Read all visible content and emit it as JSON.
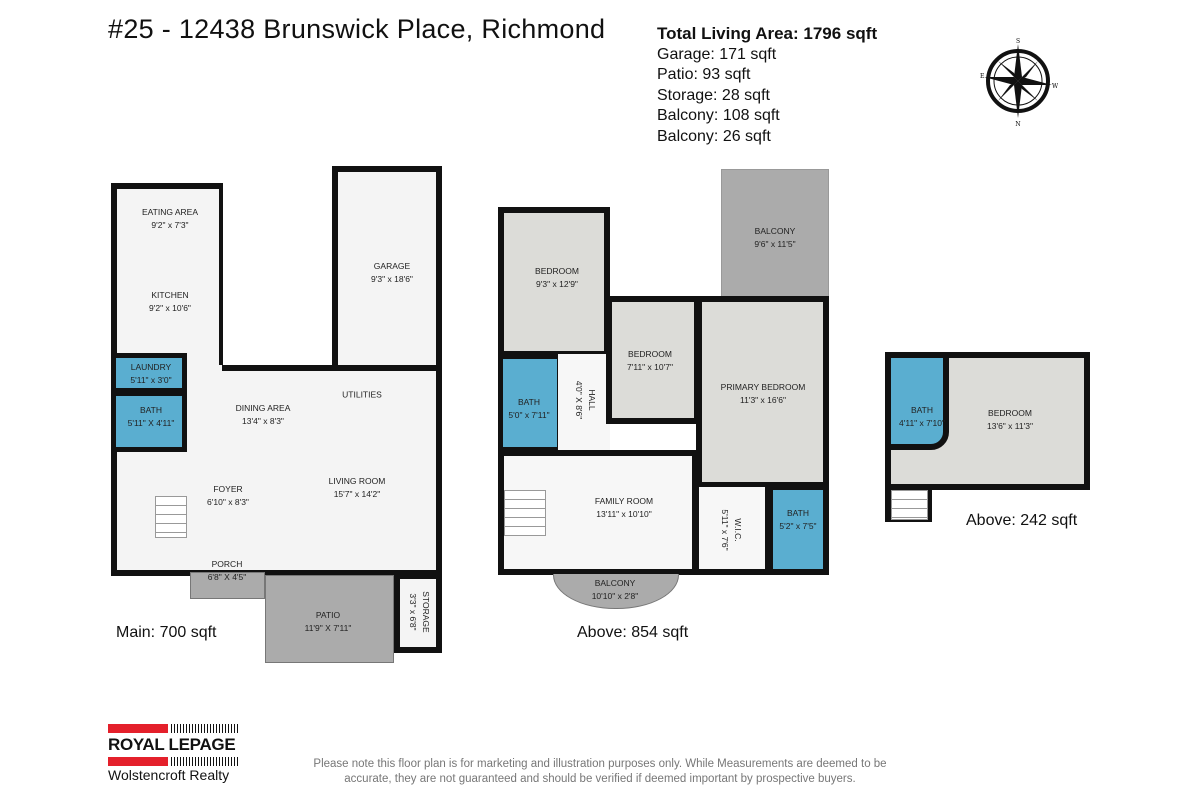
{
  "header": {
    "title": "#25 - 12438 Brunswick Place, Richmond"
  },
  "areas": {
    "total": "Total Living Area: 1796 sqft",
    "items": [
      "Garage: 171 sqft",
      "Patio: 93 sqft",
      "Storage: 28 sqft",
      "Balcony: 108 sqft",
      "Balcony: 26 sqft"
    ]
  },
  "compass": {
    "icon": "compass-rose-icon",
    "n": "N",
    "s": "S",
    "e": "E",
    "w": "W"
  },
  "main": {
    "label": "Main: 700 sqft",
    "rooms": {
      "eating": {
        "name": "EATING AREA",
        "dim": "9'2\" x 7'3\""
      },
      "kitchen": {
        "name": "KITCHEN",
        "dim": "9'2\" x 10'6\""
      },
      "laundry": {
        "name": "LAUNDRY",
        "dim": "5'11\" x 3'0\""
      },
      "bath": {
        "name": "BATH",
        "dim": "5'11\" X 4'11\""
      },
      "garage": {
        "name": "GARAGE",
        "dim": "9'3\" x 18'6\""
      },
      "utilities": {
        "name": "UTILITIES"
      },
      "dining": {
        "name": "DINING AREA",
        "dim": "13'4\" x 8'3\""
      },
      "living": {
        "name": "LIVING ROOM",
        "dim": "15'7\" x 14'2\""
      },
      "foyer": {
        "name": "FOYER",
        "dim": "6'10\" x 8'3\""
      },
      "porch": {
        "name": "PORCH",
        "dim": "6'8\" X 4'5\""
      },
      "patio": {
        "name": "PATIO",
        "dim": "11'9\" X 7'11\""
      },
      "storage": {
        "name": "STORAGE",
        "dim": "3'3\" x 6'8\""
      }
    }
  },
  "upper": {
    "label": "Above: 854 sqft",
    "rooms": {
      "bedroom1": {
        "name": "BEDROOM",
        "dim": "9'3\" x 12'9\""
      },
      "bath1": {
        "name": "BATH",
        "dim": "5'0\" x 7'11\""
      },
      "hall": {
        "name": "HALL",
        "dim": "4'0\" X 8'6\""
      },
      "bedroom2": {
        "name": "BEDROOM",
        "dim": "7'11\" x 10'7\""
      },
      "balcony1": {
        "name": "BALCONY",
        "dim": "9'6\" x 11'5\""
      },
      "primary": {
        "name": "PRIMARY BEDROOM",
        "dim": "11'3\" x 16'6\""
      },
      "family": {
        "name": "FAMILY ROOM",
        "dim": "13'11\" x 10'10\""
      },
      "wic": {
        "name": "W.I.C.",
        "dim": "5'11\" x 7'6\""
      },
      "bath2": {
        "name": "BATH",
        "dim": "5'2\" x 7'5\""
      },
      "balcony2": {
        "name": "BALCONY",
        "dim": "10'10\" x 2'8\""
      }
    }
  },
  "top": {
    "label": "Above: 242 sqft",
    "rooms": {
      "bath": {
        "name": "BATH",
        "dim": "4'11\" x 7'10\""
      },
      "bedroom": {
        "name": "BEDROOM",
        "dim": "13'6\" x 11'3\""
      }
    }
  },
  "logo": {
    "brand": "ROYAL LEPAGE",
    "office": "Wolstencroft Realty",
    "accent": "#e4202b"
  },
  "disclaimer": {
    "line1": "Please note this floor plan is for marketing and illustration purposes only. While Measurements are deemed to be",
    "line2": "accurate, they are not guaranteed and should be verified if deemed important by prospective buyers."
  },
  "colors": {
    "wet_room": "#5aaed0",
    "room": "#dcdcd8",
    "outdoor": "#ababab"
  }
}
